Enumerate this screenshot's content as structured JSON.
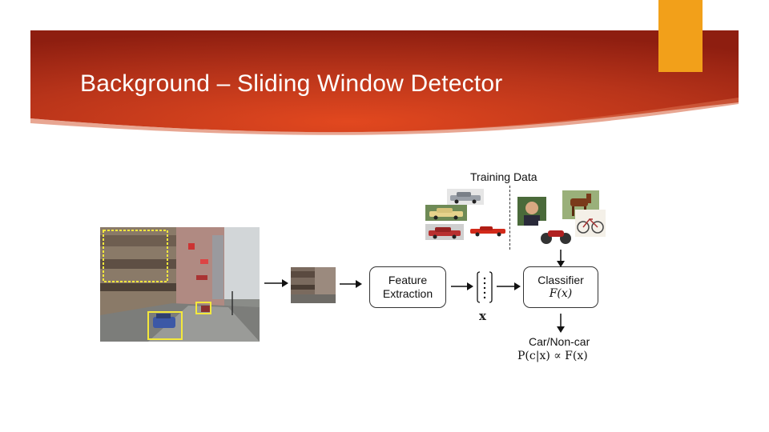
{
  "slide": {
    "title": "Background – Sliding Window Detector",
    "accent_color": "#f2a01a",
    "banner_color": "#b8341a"
  },
  "pipeline": {
    "feature_box": {
      "line1": "Feature",
      "line2": "Extraction"
    },
    "feature_vector_label": "x",
    "classifier_box": {
      "title": "Classifier",
      "formula": "F(x)"
    },
    "output": {
      "label": "Car/Non-car",
      "formula": "P(c|x) ∝ F(x)"
    }
  },
  "training_data": {
    "title": "Training Data",
    "positive_examples": [
      "silver car",
      "yellow car",
      "red car",
      "red sports car"
    ],
    "negative_examples": [
      "horse",
      "person face",
      "bicycle",
      "motorcycle"
    ]
  },
  "scene": {
    "description_icons": [
      "street-scene",
      "detection-window-large",
      "detection-window-car",
      "detection-window-small"
    ]
  }
}
